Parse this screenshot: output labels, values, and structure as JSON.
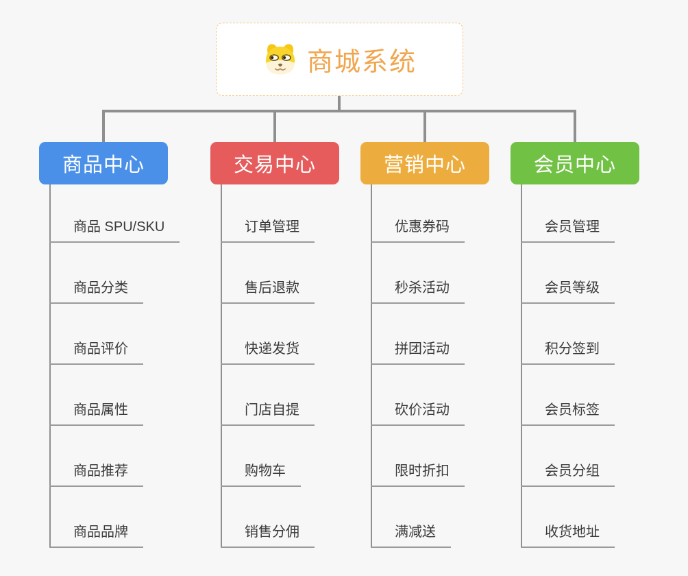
{
  "root": {
    "title": "商城系统",
    "title_color": "#f0a64e",
    "border_color": "#f3c781",
    "icon": "dog-face-icon"
  },
  "connector_color": "#8f8f8f",
  "underline_color": "#9a9a9a",
  "branches": [
    {
      "label": "商品中心",
      "color": "#4a90e8",
      "children": [
        "商品 SPU/SKU",
        "商品分类",
        "商品评价",
        "商品属性",
        "商品推荐",
        "商品品牌"
      ]
    },
    {
      "label": "交易中心",
      "color": "#e65c5c",
      "children": [
        "订单管理",
        "售后退款",
        "快递发货",
        "门店自提",
        "购物车",
        "销售分佣"
      ]
    },
    {
      "label": "营销中心",
      "color": "#ecad3e",
      "children": [
        "优惠券码",
        "秒杀活动",
        "拼团活动",
        "砍价活动",
        "限时折扣",
        "满减送"
      ]
    },
    {
      "label": "会员中心",
      "color": "#70c144",
      "children": [
        "会员管理",
        "会员等级",
        "积分签到",
        "会员标签",
        "会员分组",
        "收货地址"
      ]
    }
  ]
}
